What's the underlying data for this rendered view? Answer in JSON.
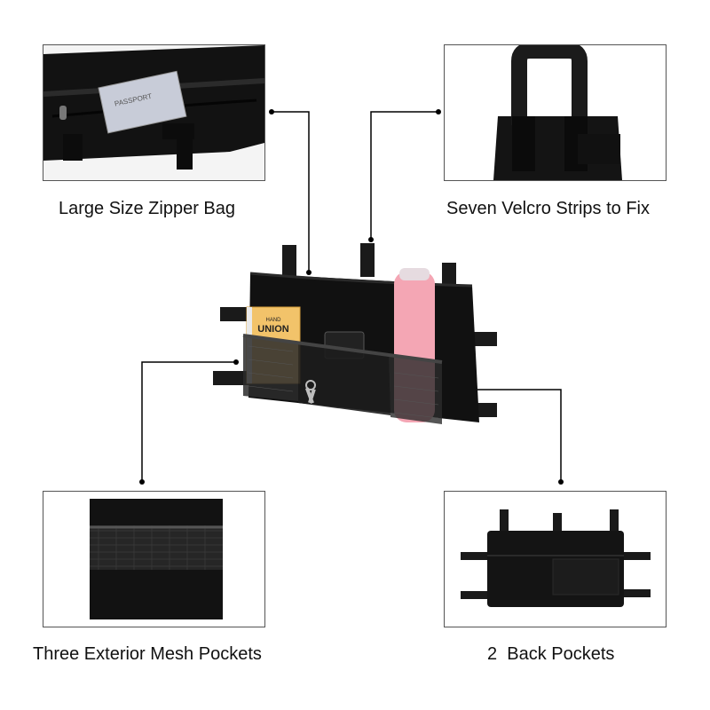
{
  "features": [
    {
      "id": "zipper",
      "caption": "Large Size Zipper Bag"
    },
    {
      "id": "velcro",
      "caption": "Seven Velcro Strips to Fix"
    },
    {
      "id": "mesh",
      "caption": "Three Exterior Mesh Pockets"
    },
    {
      "id": "back",
      "caption": "2  Back Pockets"
    }
  ],
  "book_cover_text": {
    "line1": "HAND",
    "line2": "UNION"
  },
  "passport_text": "PASSPORT",
  "colors": {
    "bag": "#111111",
    "strap": "#1a1a1a",
    "bottle": "#f4a6b4",
    "leader": "#000000",
    "frame": "#555555"
  }
}
